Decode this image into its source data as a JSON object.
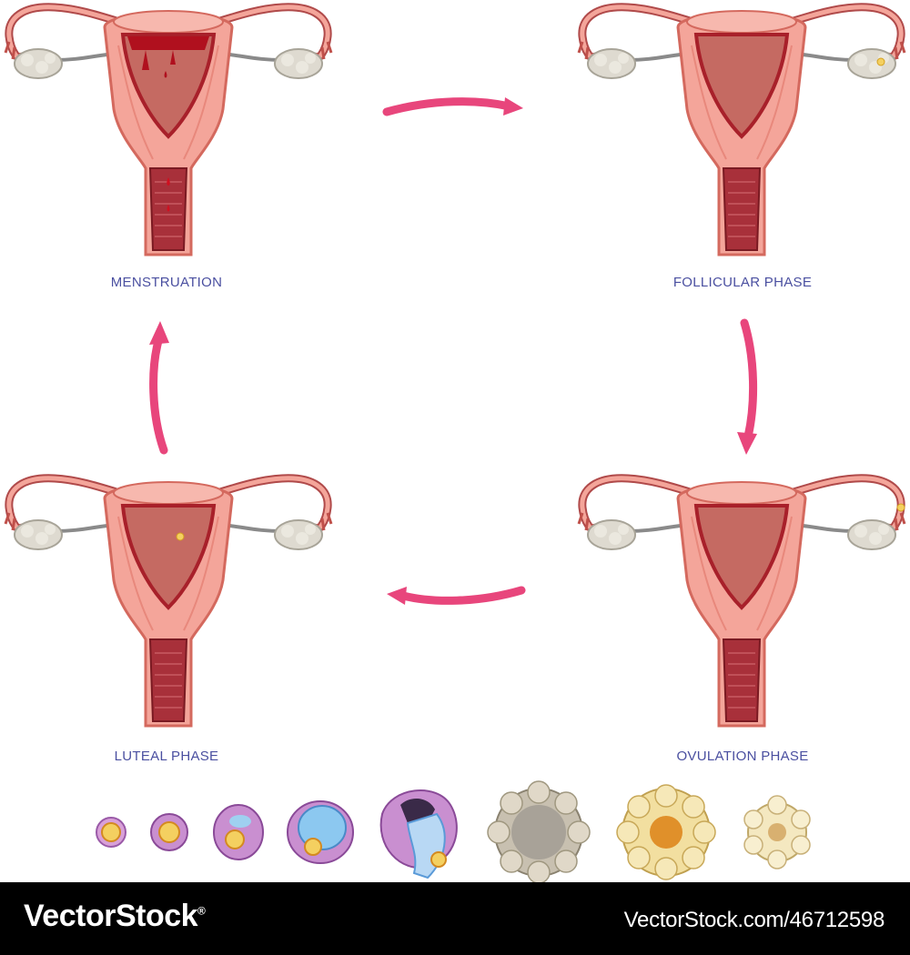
{
  "phases": {
    "menstruation": "MENSTRUATION",
    "follicular": "FOLLICULAR PHASE",
    "ovulation": "OVULATION PHASE",
    "luteal": "LUTEAL PHASE"
  },
  "colors": {
    "label": "#4a4fa0",
    "arrow": "#e8467c",
    "tissue": "#f4a59a",
    "lining": "#c0303a",
    "ovary": "#dedad0",
    "follicle": "#c98fd0",
    "corpus_luteum": "#f2dfa0"
  },
  "follicle_stages": [
    "primordial",
    "primary",
    "secondary",
    "antral",
    "ovulation",
    "corpus-hemorrhagicum",
    "corpus-luteum",
    "corpus-albicans"
  ],
  "footer": {
    "brand": "VectorStock",
    "brand_suffix": "®",
    "stock_id": "VectorStock.com/46712598"
  }
}
